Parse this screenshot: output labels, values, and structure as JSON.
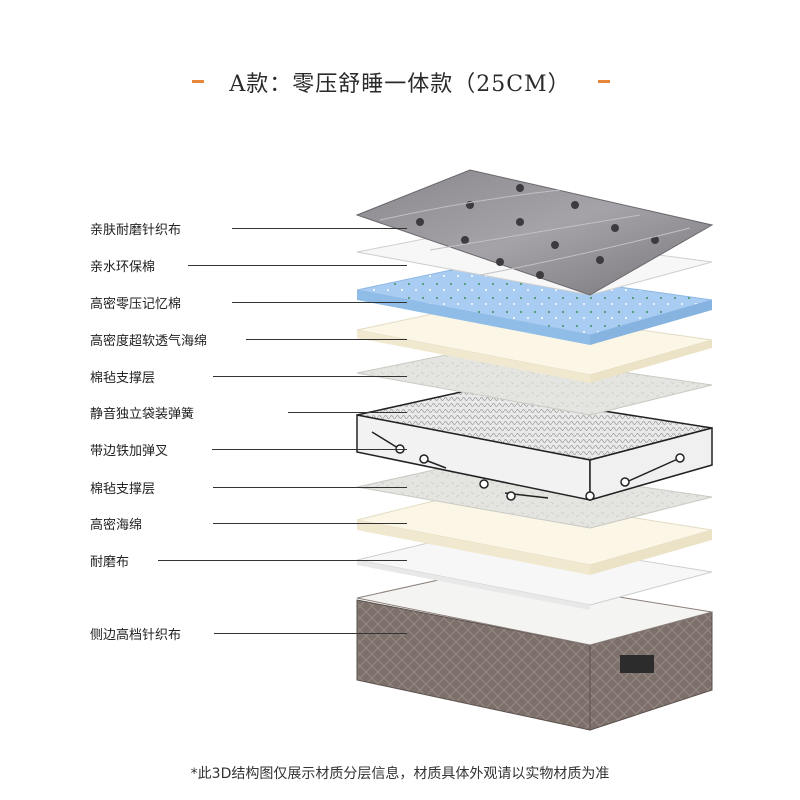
{
  "title": "A款：零压舒睡一体款（25CM）",
  "colors": {
    "accent": "#e8873a",
    "line": "#333333"
  },
  "layers": [
    {
      "label": "亲肤耐磨针织布"
    },
    {
      "label": "亲水环保棉"
    },
    {
      "label": "高密零压记忆棉"
    },
    {
      "label": "高密度超软透气海绵"
    },
    {
      "label": "棉毡支撑层"
    },
    {
      "label": "静音独立袋装弹簧"
    },
    {
      "label": "带边铁加弹叉"
    },
    {
      "label": "棉毡支撑层"
    },
    {
      "label": "高密海绵"
    },
    {
      "label": "耐磨布"
    },
    {
      "label": "侧边高档针织布"
    }
  ],
  "footnote": "*此3D结构图仅展示材质分层信息，材质具体外观请以实物材质为准"
}
